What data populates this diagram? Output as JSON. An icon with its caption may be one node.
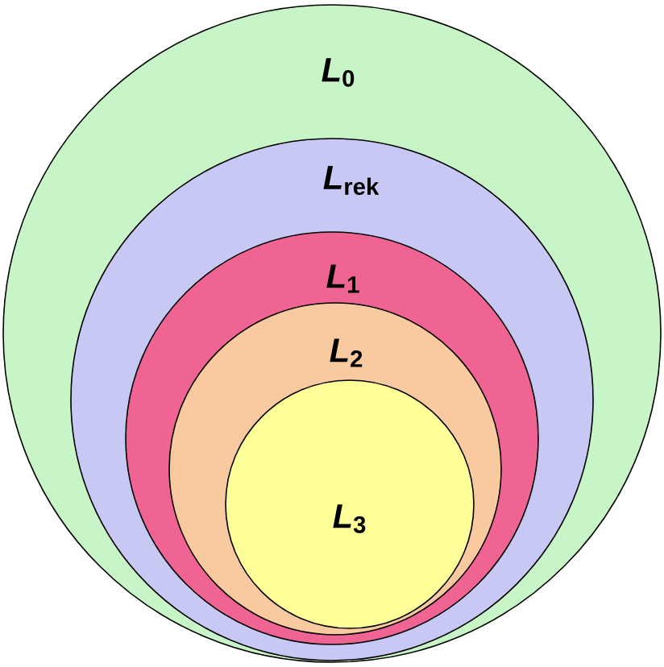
{
  "diagram": {
    "nodes": [
      {
        "text": [
          "*L*$_{0}$"
        ]
      },
      {
        "text": [
          "*L*$_{rek}$"
        ],
        "in": 0
      },
      {
        "text": [
          "*L*$_{1}$"
        ],
        "in": 1
      },
      {
        "text": [
          "*L*$_{2}$"
        ],
        "in": 2
      },
      {
        "text": [
          "*L*$_{3}$"
        ],
        "in": 3
      }
    ]
  }
}
